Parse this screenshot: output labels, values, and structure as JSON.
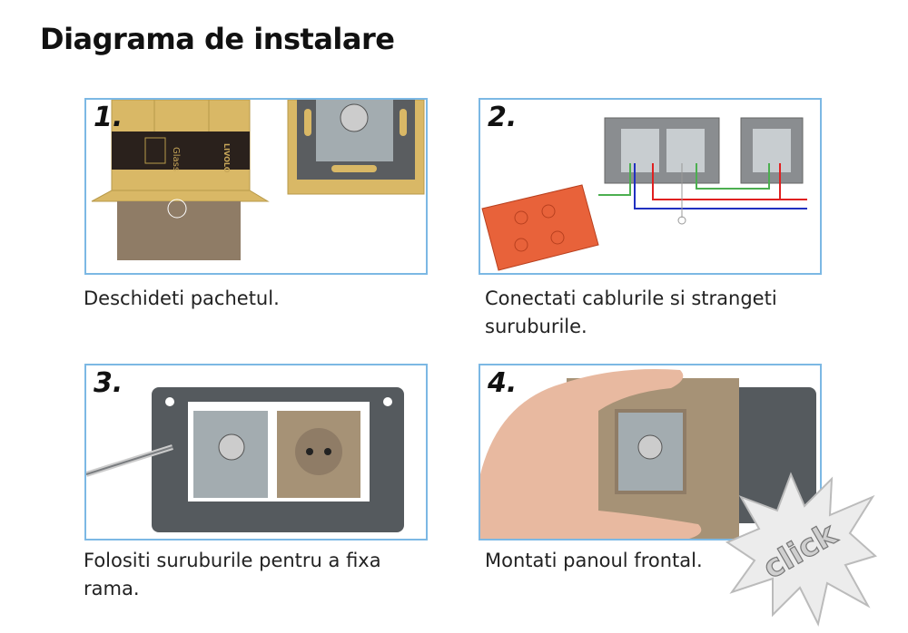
{
  "title": "Diagrama de instalare",
  "steps": [
    {
      "number": "1.",
      "caption": "Deschideti pachetul."
    },
    {
      "number": "2.",
      "caption": "Conectati cablurile si strangeti suruburile."
    },
    {
      "number": "3.",
      "caption": "Folositi suruburile pentru a fixa rama."
    },
    {
      "number": "4.",
      "caption": "Montati panoul frontal."
    }
  ],
  "package_text": {
    "glass": "Glass",
    "brand": "LIVOLO"
  },
  "click_badge": "click",
  "colors": {
    "border": "#7cb8e4",
    "gold": "#d9b866",
    "glass": "#8f7c66",
    "frame": "#555a5e",
    "box": "#e8623a"
  }
}
